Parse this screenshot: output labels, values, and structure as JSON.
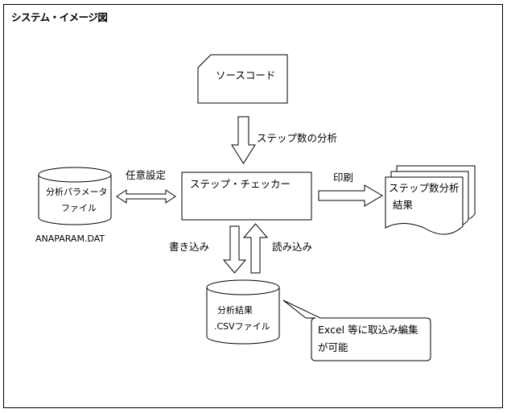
{
  "title": "システム・イメージ図",
  "nodes": {
    "source_code": "ソースコード",
    "step_checker": "ステップ・チェッカー",
    "param_file_line1": "分析パラメータ",
    "param_file_line2": "ファイル",
    "param_file_name": "ANAPARAM.DAT",
    "result_docs_line1": "ステップ数分析",
    "result_docs_line2": "結果",
    "result_db_line1": "分析結果",
    "result_db_line2": ".CSVファイル",
    "callout_line1": "Excel 等に取込み編集",
    "callout_line2": "が可能"
  },
  "edges": {
    "step_analysis": "ステップ数の分析",
    "optional_setting": "任意設定",
    "print": "印刷",
    "write": "書き込み",
    "read": "読み込み"
  }
}
